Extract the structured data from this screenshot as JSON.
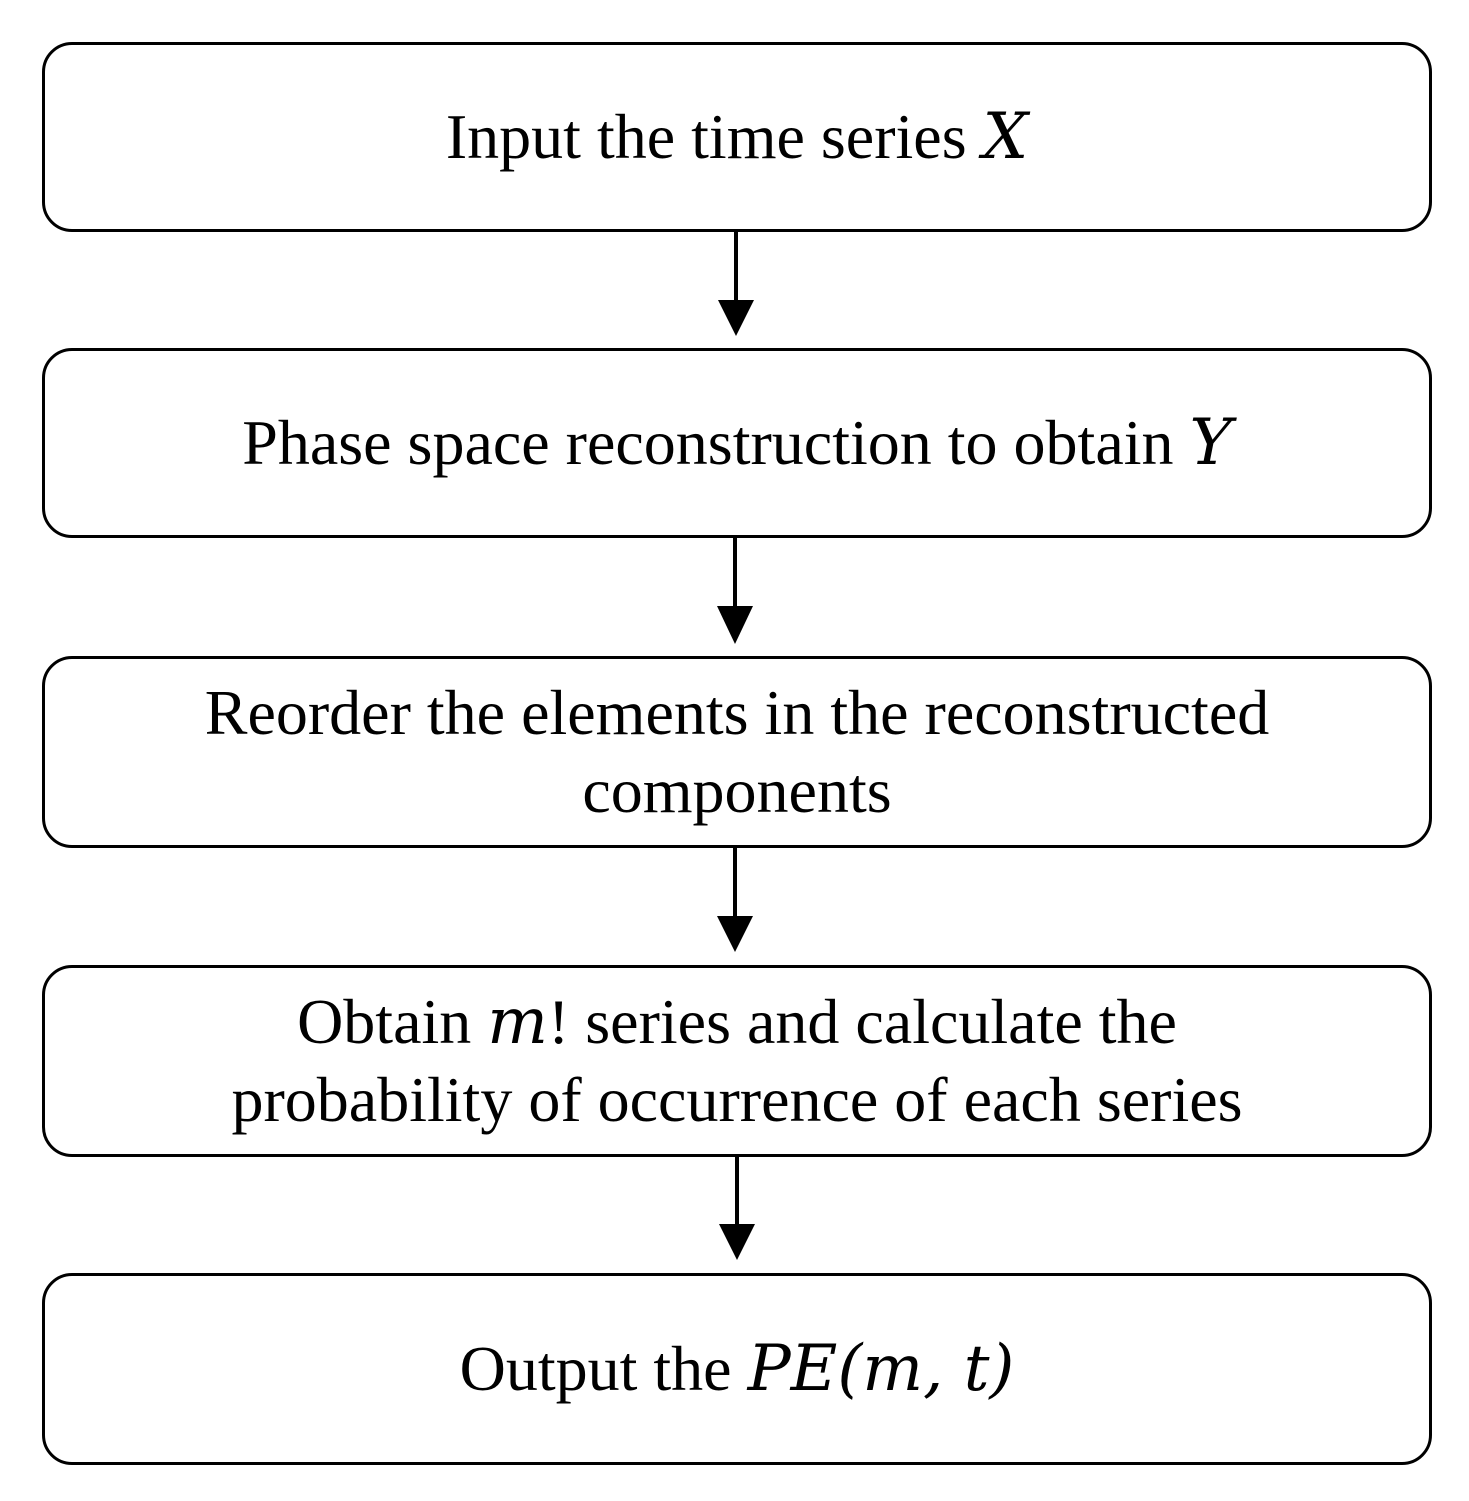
{
  "flowchart": {
    "steps": [
      {
        "id": "step-1",
        "pre": "Input the time series ",
        "var": "X",
        "post": ""
      },
      {
        "id": "step-2",
        "pre": "Phase space reconstruction to obtain ",
        "var": "Y",
        "post": ""
      },
      {
        "id": "step-3",
        "line1": "Reorder the elements in the reconstructed",
        "line2": "components"
      },
      {
        "id": "step-4",
        "line1_pre": "Obtain ",
        "line1_var": "m",
        "line1_post": "! series and calculate the",
        "line2": "probability of occurrence of each series"
      },
      {
        "id": "step-5",
        "pre": "Output the ",
        "var": "PE",
        "post": "(m, t)"
      }
    ],
    "colors": {
      "stroke": "#000000",
      "fill": "#ffffff",
      "text": "#000000"
    }
  }
}
